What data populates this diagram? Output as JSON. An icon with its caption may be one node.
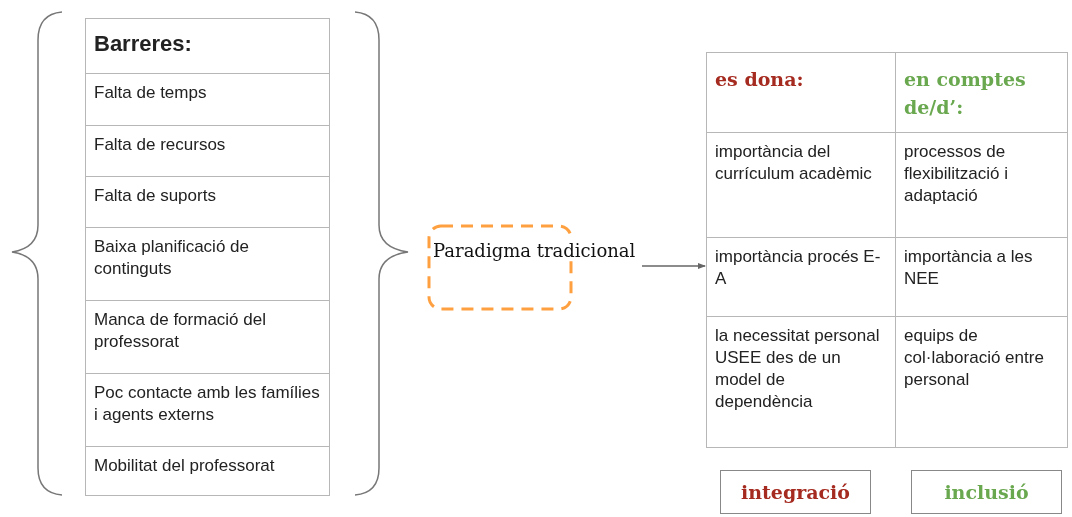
{
  "diagram": {
    "nodes": [
      {
        "text": [
          "Paradigma tradicional"
        ]
      },
      {
        "text": [],
        "shape": "box"
      },
      {
        "text": [
          "integració"
        ]
      },
      {
        "text": [
          "inclusió"
        ]
      }
    ],
    "edges": [
      {
        "from": 0,
        "to": 1,
        "arrow": "to"
      }
    ],
    "labels": [
      "Barreres:",
      "Falta de temps",
      "Falta de recursos",
      "Falta de suports",
      "Baixa planificació de continguts",
      "Manca de formació del professorat",
      "Poc contacte amb les famílies i agents externs",
      "Mobilitat del professorat",
      "es dona:",
      "en comptes de/d’:",
      "importància del currículum acadèmic",
      "processos de flexibilització i adaptació",
      "importància procés E-A",
      "importància a les NEE",
      "la necessitat personal USEE des de un model de dependència",
      "equips de col·laboració entre personal"
    ]
  }
}
